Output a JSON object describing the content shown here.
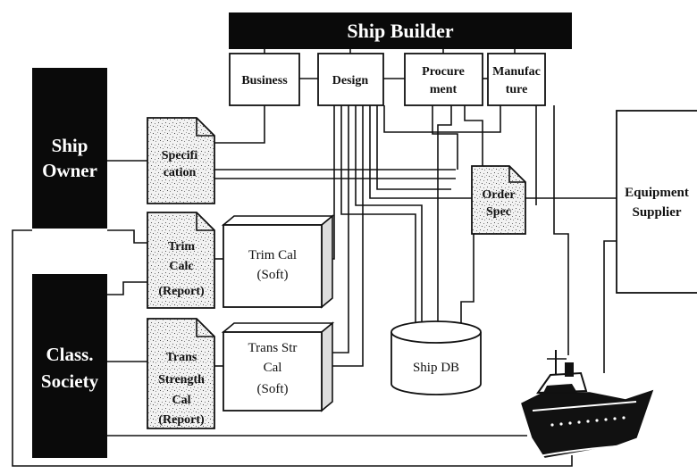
{
  "diagram": {
    "ship_builder": "Ship Builder",
    "ship_owner": [
      "Ship",
      "Owner"
    ],
    "class_society": [
      "Class.",
      "Society"
    ],
    "departments": {
      "business": [
        "Business"
      ],
      "design": [
        "Design"
      ],
      "procurement": [
        "Procure",
        "ment"
      ],
      "manufacture": [
        "Manufac",
        "ture"
      ]
    },
    "documents": {
      "specification": [
        "Specifi",
        "cation"
      ],
      "order_spec": [
        "Order",
        "Spec"
      ],
      "trim_report": [
        "Trim",
        "Calc",
        "(Report)"
      ],
      "trans_report": [
        "Trans",
        "Strength",
        "Cal",
        "(Report)"
      ]
    },
    "software": {
      "trim_soft": [
        "Trim Cal",
        "(Soft)"
      ],
      "trans_soft": [
        "Trans Str",
        "Cal",
        "(Soft)"
      ]
    },
    "database": "Ship DB",
    "equipment_supplier": [
      "Equipment",
      "Supplier"
    ],
    "ship_icon": "ship-icon",
    "colors": {
      "ink": "#111111",
      "paper": "#ffffff",
      "doc_fill": "#eeeeee"
    }
  }
}
